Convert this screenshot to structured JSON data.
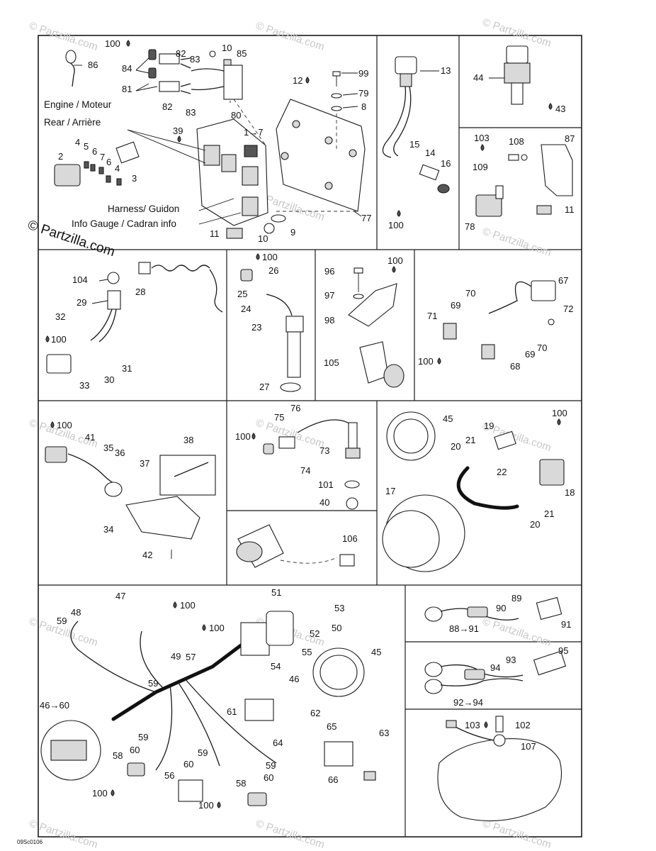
{
  "watermark": {
    "text": "© Partzilla.com",
    "copyright_symbol": "©",
    "brand": "Partzilla.com"
  },
  "drawing_code": "09Sc0106",
  "colors": {
    "line": "#1a1a1a",
    "watermark": "#c8c8c8",
    "background": "#ffffff"
  },
  "droplet_icon": "oil-drop-icon",
  "text_labels": {
    "engine": "Engine / Moteur",
    "rear": "Rear / Arrière",
    "harness": "Harness/ Guidon",
    "info_gauge": "Info Gauge / Cadran info"
  },
  "callouts": {
    "p86": "86",
    "p100a": "100",
    "p82a": "82",
    "p83a": "83",
    "p84": "84",
    "p10a": "10",
    "p85": "85",
    "p81": "81",
    "p82b": "82",
    "p83b": "83",
    "p80": "80",
    "p12": "12",
    "p99": "99",
    "p79": "79",
    "p8": "8",
    "p39": "39",
    "p1to7": "1→7",
    "p2": "2",
    "p4a": "4",
    "p5": "5",
    "p6a": "6",
    "p7": "7",
    "p6b": "6",
    "p4b": "4",
    "p3": "3",
    "p77": "77",
    "p9": "9",
    "p11a": "11",
    "p10b": "10",
    "p13": "13",
    "p15": "15",
    "p14": "14",
    "p16": "16",
    "p100b": "100",
    "p44": "44",
    "p43": "43",
    "p103a": "103",
    "p108": "108",
    "p87": "87",
    "p109": "109",
    "p11b": "11",
    "p78": "78",
    "p104": "104",
    "p28": "28",
    "p29": "29",
    "p32": "32",
    "p100c": "100",
    "p31": "31",
    "p30": "30",
    "p33": "33",
    "p100d": "100",
    "p26": "26",
    "p25": "25",
    "p24": "24",
    "p23": "23",
    "p27": "27",
    "p96": "96",
    "p100e": "100",
    "p97": "97",
    "p98": "98",
    "p105": "105",
    "p67": "67",
    "p70a": "70",
    "p69a": "69",
    "p72": "72",
    "p71": "71",
    "p69b": "69",
    "p70b": "70",
    "p100f": "100",
    "p68": "68",
    "p100g": "100",
    "p41": "41",
    "p35": "35",
    "p36": "36",
    "p37": "37",
    "p38": "38",
    "p34": "34",
    "p42": "42",
    "p76": "76",
    "p75": "75",
    "p100h": "100",
    "p73": "73",
    "p74": "74",
    "p101": "101",
    "p40": "40",
    "p106": "106",
    "p45a": "45",
    "p100i": "100",
    "p19": "19",
    "p21a": "21",
    "p20a": "20",
    "p22": "22",
    "p18": "18",
    "p17": "17",
    "p21b": "21",
    "p20b": "20",
    "p47": "47",
    "p51": "51",
    "p48": "48",
    "p100j": "100",
    "p53": "53",
    "p59a": "59",
    "p100k": "100",
    "p52": "52",
    "p50": "50",
    "p49": "49",
    "p57": "57",
    "p55": "55",
    "p59b": "59",
    "p54": "54",
    "p45b": "45",
    "p46": "46",
    "p46to60": "46→60",
    "p61": "61",
    "p62": "62",
    "p65": "65",
    "p63": "63",
    "p64": "64",
    "p59c": "59",
    "p60a": "60",
    "p58a": "58",
    "p59d": "59",
    "p60b": "60",
    "p59e": "59",
    "p56": "56",
    "p60c": "60",
    "p100l": "100",
    "p58b": "58",
    "p66": "66",
    "p100m": "100",
    "p89": "89",
    "p90": "90",
    "p91": "91",
    "p88to91": "88→91",
    "p95": "95",
    "p93": "93",
    "p94": "94",
    "p92to94": "92→94",
    "p103b": "103",
    "p102": "102",
    "p107": "107"
  }
}
